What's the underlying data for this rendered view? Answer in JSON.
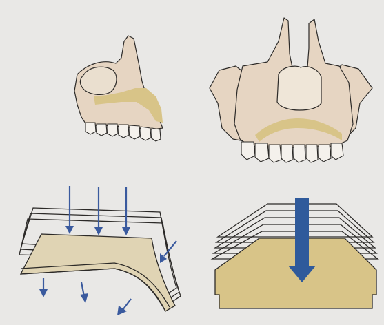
{
  "figure": {
    "panels": [
      {
        "id": "maxilla-lateral",
        "arrows": 0
      },
      {
        "id": "skull-frontal",
        "arrows": 0
      },
      {
        "id": "curved-layers-compression",
        "arrows": 7
      },
      {
        "id": "stacked-layers-vertical-force",
        "arrows": 1
      }
    ]
  },
  "colors": {
    "background": "#e9e8e6",
    "bone": "#e6d5c2",
    "highlight_band": "#d8c488",
    "base_block": "#d8c488",
    "arrow": "#3a5a9e",
    "big_arrow": "#2f5a9b",
    "outline": "#2c2a28"
  }
}
